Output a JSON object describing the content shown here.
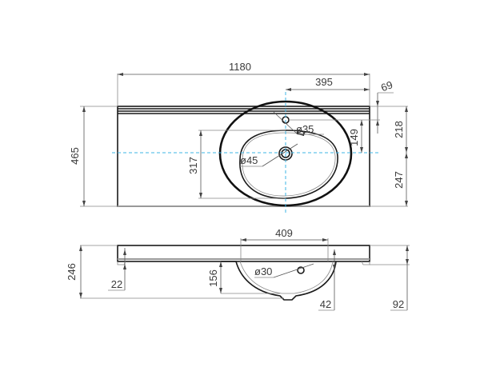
{
  "drawing": {
    "title": "Washbasin technical drawing",
    "colors": {
      "outline": "#1a1a1a",
      "dimension": "#555555",
      "center_axis": "#3cb4e6",
      "text": "#3a3a3a"
    },
    "top_view": {
      "dimensions": {
        "overall_width": "1180",
        "bowl_center_to_right": "395",
        "overflow_offset": "69",
        "overall_depth": "465",
        "bowl_inner_height": "317",
        "overflow_to_axis": "149",
        "back_to_axis": "218",
        "axis_to_front": "247",
        "overflow_diameter": "ø35",
        "drain_diameter": "ø45"
      }
    },
    "side_view": {
      "dimensions": {
        "bowl_width": "409",
        "overall_height": "246",
        "top_thickness": "22",
        "bowl_depth": "156",
        "overflow_diameter": "ø30",
        "rim_to_overflow": "42",
        "front_edge_height": "92"
      }
    }
  }
}
